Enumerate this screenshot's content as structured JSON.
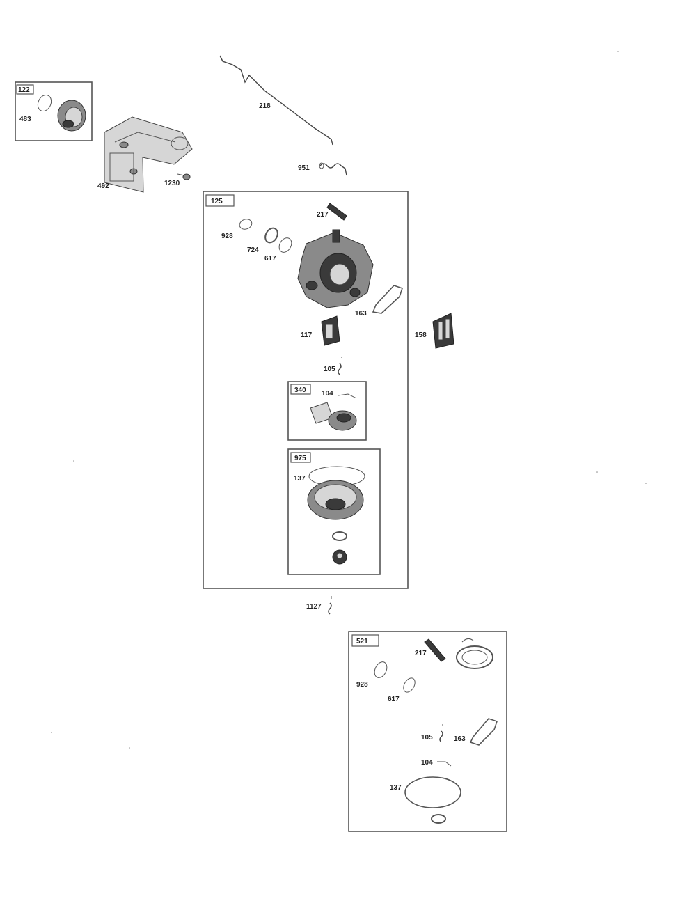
{
  "labels": {
    "p_483_top": "483",
    "p_218": "218",
    "p_951": "951",
    "p_492": "492",
    "p_1230": "1230",
    "p_217_a": "217",
    "p_928_a": "928",
    "p_724": "724",
    "p_617_a": "617",
    "p_163_a": "163",
    "p_117": "117",
    "p_158": "158",
    "p_105_a": "105",
    "p_104_a": "104",
    "p_137_a": "137",
    "p_1127": "1127",
    "p_217_b": "217",
    "p_928_b": "928",
    "p_617_b": "617",
    "p_105_b": "105",
    "p_163_b": "163",
    "p_104_b": "104",
    "p_137_b": "137"
  },
  "boxes": {
    "kit_top_left": "122",
    "carburetor_kit": "125",
    "float_kit": "340",
    "bowl_kit": "975",
    "overhaul_kit": "521"
  }
}
